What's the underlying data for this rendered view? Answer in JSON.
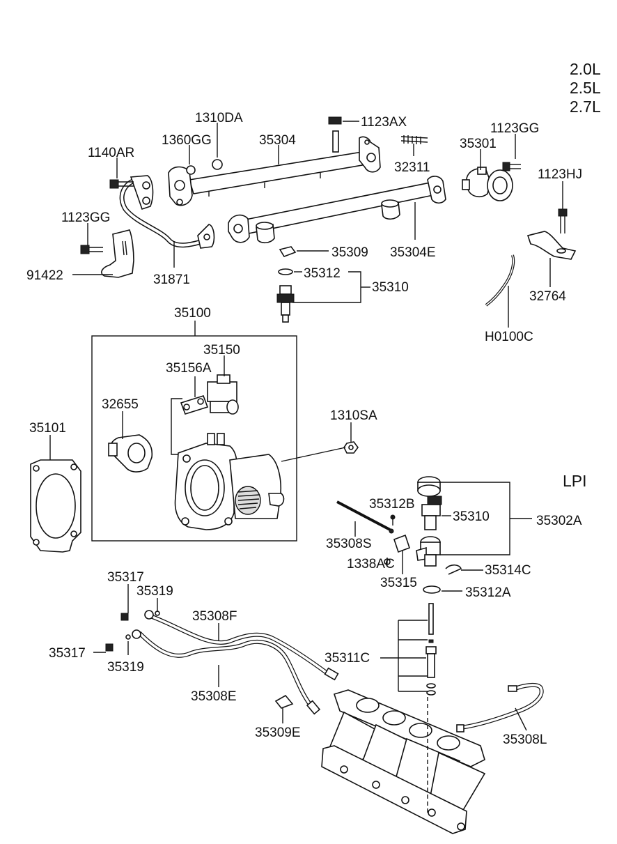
{
  "engine_variants": [
    "2.0L",
    "2.5L",
    "2.7L"
  ],
  "lpi_label": "LPI",
  "parts": {
    "p1310DA": "1310DA",
    "p1123AX": "1123AX",
    "p1360GG": "1360GG",
    "p35304": "35304",
    "p1140AR": "1140AR",
    "p32311": "32311",
    "p35301": "35301",
    "p1123GG_a": "1123GG",
    "p1123HJ": "1123HJ",
    "p1123GG_b": "1123GG",
    "p35309": "35309",
    "p35304E": "35304E",
    "p91422": "91422",
    "p31871": "31871",
    "p35312": "35312",
    "p35310_a": "35310",
    "p32764": "32764",
    "pH0100C": "H0100C",
    "p35100": "35100",
    "p35150": "35150",
    "p35156A": "35156A",
    "p32655": "32655",
    "p1310SA": "1310SA",
    "p35101": "35101",
    "p35312B": "35312B",
    "p35310_b": "35310",
    "p35302A": "35302A",
    "p35308S": "35308S",
    "p1338AC": "1338AC",
    "p35315": "35315",
    "p35314C": "35314C",
    "p35312A": "35312A",
    "p35317_a": "35317",
    "p35319_a": "35319",
    "p35308F": "35308F",
    "p35317_b": "35317",
    "p35319_b": "35319",
    "p35311C": "35311C",
    "p35308E": "35308E",
    "p35309E": "35309E",
    "p35308L": "35308L"
  }
}
